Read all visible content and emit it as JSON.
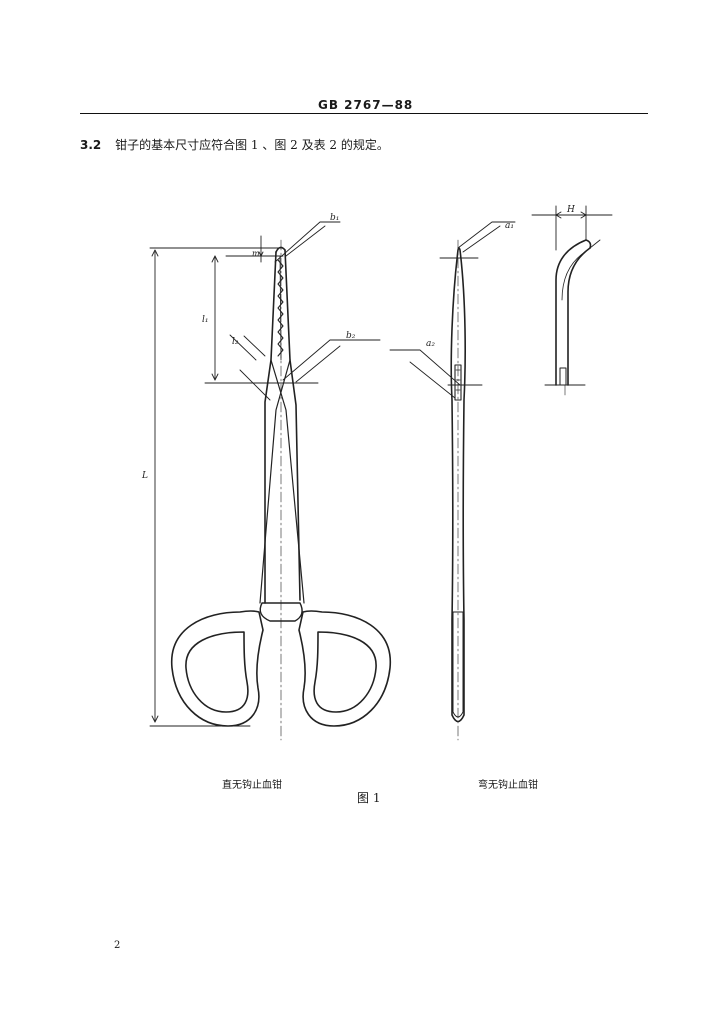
{
  "header": {
    "standard_code": "GB 2767—88"
  },
  "clause": {
    "number": "3.2",
    "text": "钳子的基本尺寸应符合图 1 、图 2 及表 2 的规定。"
  },
  "figure": {
    "label": "图 1",
    "left_caption": "直无钩止血钳",
    "right_caption": "弯无钩止血钳",
    "dimension_labels": {
      "b1": "b₁",
      "b2": "b₂",
      "m": "m",
      "l1": "l₁",
      "l2": "l₂",
      "L": "L",
      "a1": "a₁",
      "a2": "a₂",
      "H": "H"
    }
  },
  "footer": {
    "page_number": "2"
  }
}
